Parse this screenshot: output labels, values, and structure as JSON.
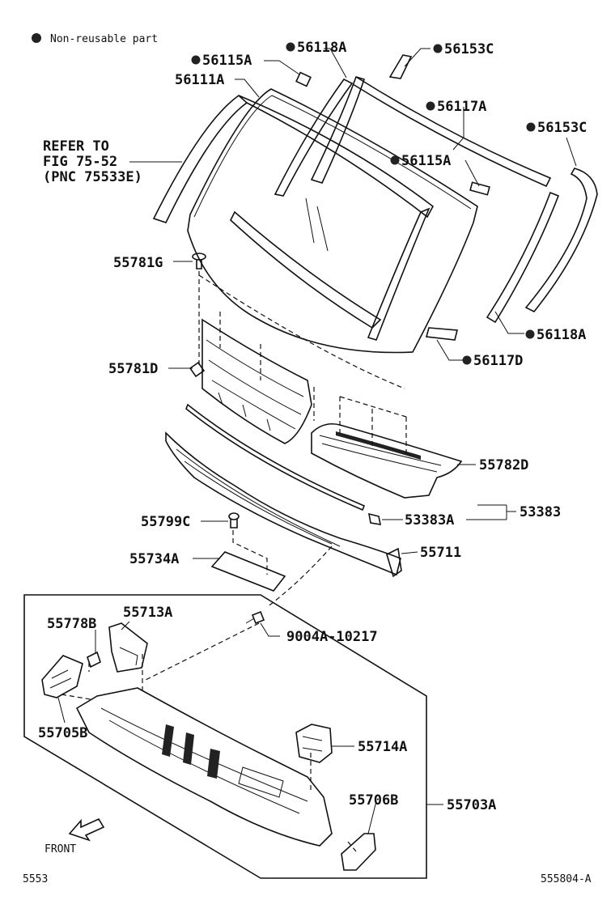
{
  "legend": {
    "marker": "●",
    "text": "Non-reusable part"
  },
  "labels": {
    "p56115A_top": "56115A",
    "p56118A_top": "56118A",
    "p56153C_top": "56153C",
    "p56111A": "56111A",
    "p56117A": "56117A",
    "p56153C_right": "56153C",
    "refer1": "REFER TO",
    "refer2": "FIG 75-52",
    "refer3": "(PNC 75533E)",
    "p56115A_mid": "56115A",
    "p55781G": "55781G",
    "p56118A_right": "56118A",
    "p55781D": "55781D",
    "p56117D": "56117D",
    "p55782D": "55782D",
    "p55799C": "55799C",
    "p53383A": "53383A",
    "p53383": "53383",
    "p55734A": "55734A",
    "p55711": "55711",
    "p55778B": "55778B",
    "p55713A": "55713A",
    "p9004A": "9004A-10217",
    "p55705B": "55705B",
    "p55714A": "55714A",
    "p55706B": "55706B",
    "p55703A": "55703A",
    "front": "FRONT"
  },
  "footer": {
    "left": "5553",
    "right": "555804-A"
  }
}
